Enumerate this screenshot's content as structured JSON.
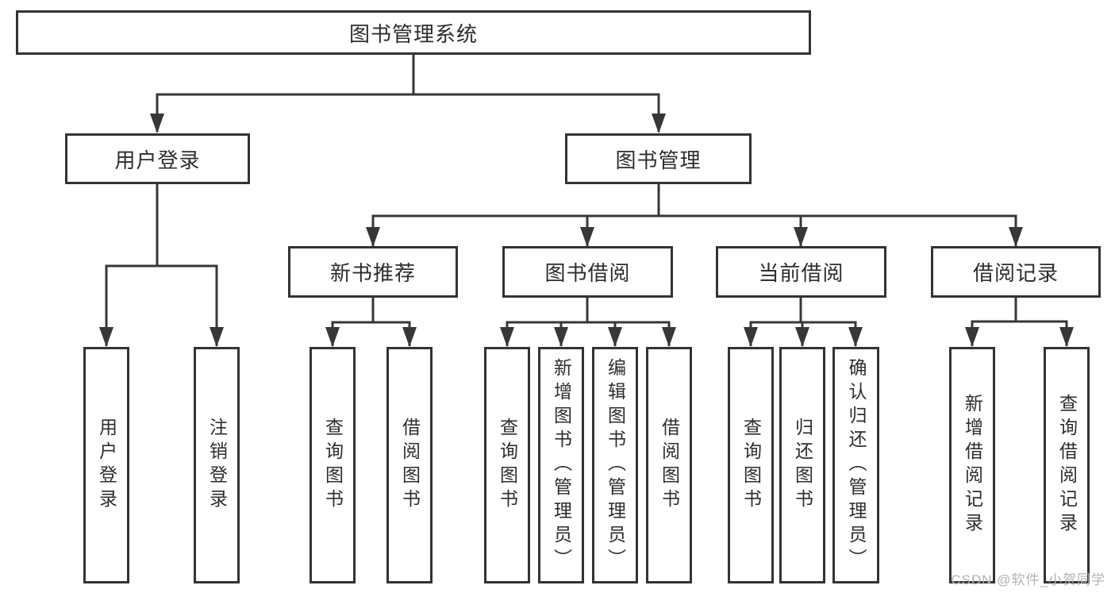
{
  "diagram": {
    "root": {
      "label": "图书管理系统"
    },
    "branches": [
      {
        "label": "用户登录",
        "children": [
          {
            "label": "用户登录"
          },
          {
            "label": "注销登录"
          }
        ]
      },
      {
        "label": "图书管理",
        "children": [
          {
            "label": "新书推荐",
            "children": [
              {
                "label": "查询图书"
              },
              {
                "label": "借阅图书"
              }
            ]
          },
          {
            "label": "图书借阅",
            "children": [
              {
                "label": "查询图书"
              },
              {
                "label": "新增图书（管理员）"
              },
              {
                "label": "编辑图书（管理员）"
              },
              {
                "label": "借阅图书"
              }
            ]
          },
          {
            "label": "当前借阅",
            "children": [
              {
                "label": "查询图书"
              },
              {
                "label": "归还图书"
              },
              {
                "label": "确认归还（管理员）"
              }
            ]
          },
          {
            "label": "借阅记录",
            "children": [
              {
                "label": "新增借阅记录"
              },
              {
                "label": "查询借阅记录"
              }
            ]
          }
        ]
      }
    ]
  },
  "watermark": {
    "text": "CSDN @软件_小贺同学"
  },
  "colors": {
    "line": "#373737",
    "box_border": "#333333",
    "text": "#2d2d2d",
    "background": "#ffffff",
    "watermark": "#b3b3b3"
  }
}
